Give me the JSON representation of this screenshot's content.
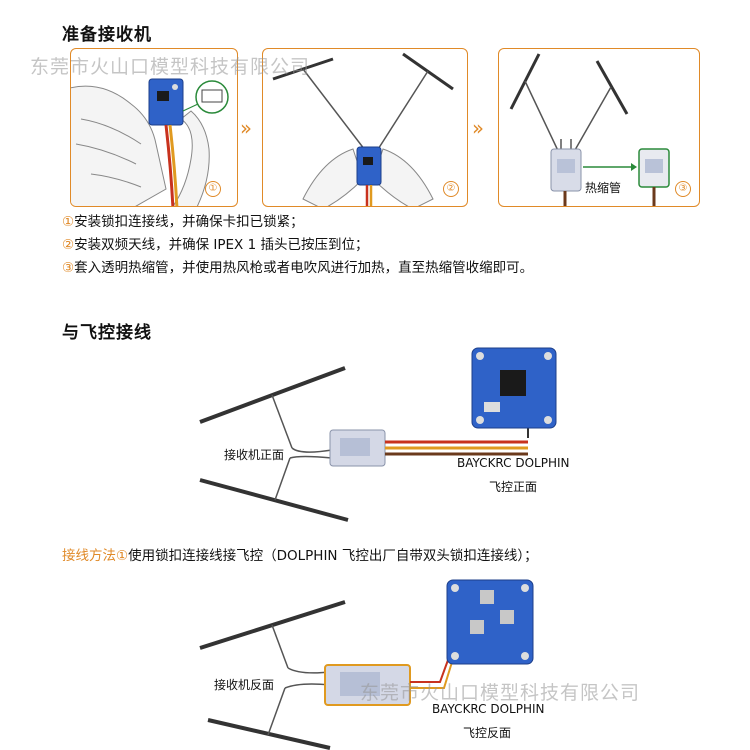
{
  "section1": {
    "title": "准备接收机",
    "panels": [
      {
        "number": "①"
      },
      {
        "number": "②"
      },
      {
        "number": "③",
        "heat_label": "热缩管"
      }
    ],
    "steps": [
      {
        "num": "①",
        "text": "安装锁扣连接线，并确保卡扣已锁紧；"
      },
      {
        "num": "②",
        "text": "安装双频天线，并确保 IPEX 1 插头已按压到位；"
      },
      {
        "num": "③",
        "text": "套入透明热缩管，并使用热风枪或者电吹风进行加热，直至热缩管收缩即可。"
      }
    ]
  },
  "section2": {
    "title": "与飞控接线",
    "diagram1": {
      "receiver_label": "接收机正面",
      "fc_name": "BAYCKRC DOLPHIN",
      "fc_label": "飞控正面"
    },
    "method": {
      "prefix": "接线方法①",
      "text": "使用锁扣连接线接飞控（DOLPHIN 飞控出厂自带双头锁扣连接线）；"
    },
    "diagram2": {
      "receiver_label": "接收机反面",
      "fc_name": "BAYCKRC DOLPHIN",
      "fc_label": "飞控反面"
    }
  },
  "watermark": "东莞市火山口模型科技有限公司",
  "colors": {
    "accent": "#e08a28",
    "pcb": "#2f62c8",
    "wire_red": "#c8321e",
    "wire_orange": "#e09a20",
    "wire_brown": "#6b3a1c"
  }
}
